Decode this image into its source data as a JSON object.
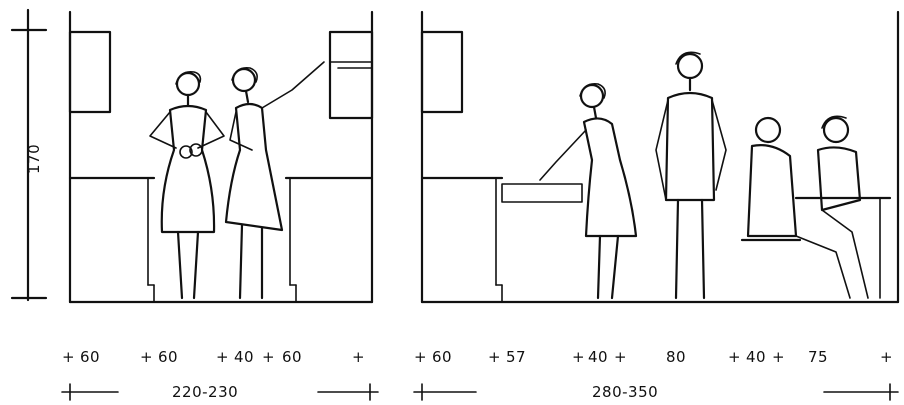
{
  "left_section": {
    "height_label": "170",
    "segments": [
      "60",
      "60",
      "40",
      "60"
    ],
    "total": "220-230"
  },
  "right_section": {
    "segments": [
      "60",
      "57",
      "40",
      "80",
      "40",
      "75"
    ],
    "total": "280-350"
  },
  "plus_glyph": "+"
}
